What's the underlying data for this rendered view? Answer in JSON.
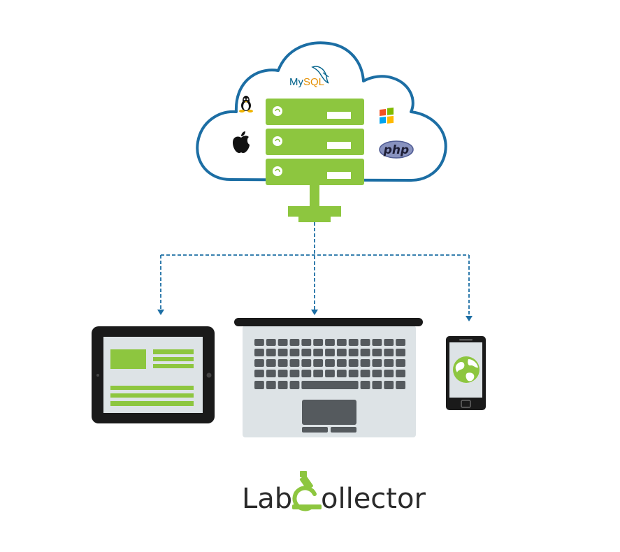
{
  "cloud": {
    "logos": {
      "mysql_prefix": "My",
      "mysql_suffix": "SQL",
      "php": "php"
    },
    "icons": [
      "linux-icon",
      "apple-icon",
      "windows-icon",
      "mysql-icon",
      "php-icon"
    ],
    "server_units": 3
  },
  "devices": [
    "tablet",
    "laptop",
    "smartphone"
  ],
  "brand": {
    "name_part1": "Lab",
    "name_part2": "ollector"
  },
  "colors": {
    "cloud_outline": "#1c6ea4",
    "server_green": "#8dc63f",
    "connector_line": "#1c6ea4",
    "device_dark": "#1a1a1a",
    "laptop_body": "#dde3e6",
    "key_gray": "#555a5e",
    "screen_light": "#dde3e6",
    "windows_red": "#f25022",
    "windows_green": "#7fba00",
    "windows_blue": "#00a4ef",
    "windows_yellow": "#ffb900",
    "php_fill": "#8892bf"
  }
}
